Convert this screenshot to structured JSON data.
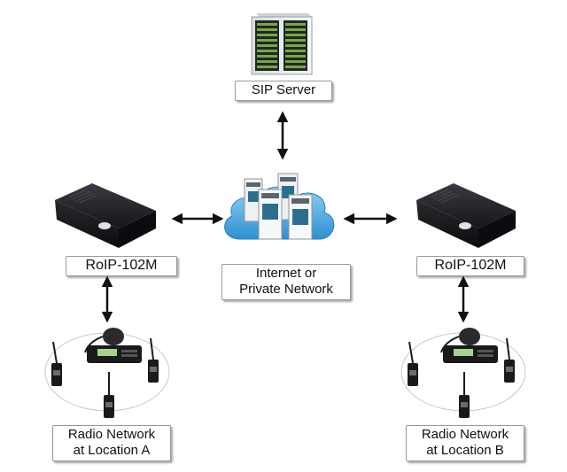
{
  "nodes": {
    "sip_server": {
      "label": "SIP Server"
    },
    "network": {
      "label_line1": "Internet or",
      "label_line2": "Private Network"
    },
    "roip_left": {
      "label": "RoIP-102M"
    },
    "roip_right": {
      "label": "RoIP-102M"
    },
    "radio_a": {
      "label_line1": "Radio Network",
      "label_line2": "at Location A"
    },
    "radio_b": {
      "label_line1": "Radio Network",
      "label_line2": "at Location B"
    }
  },
  "connections": [
    {
      "from": "sip_server",
      "to": "network",
      "type": "bidirectional"
    },
    {
      "from": "roip_left",
      "to": "network",
      "type": "bidirectional"
    },
    {
      "from": "network",
      "to": "roip_right",
      "type": "bidirectional"
    },
    {
      "from": "roip_left",
      "to": "radio_a",
      "type": "bidirectional"
    },
    {
      "from": "roip_right",
      "to": "radio_b",
      "type": "bidirectional"
    }
  ],
  "colors": {
    "cloud": "#4fb3e8",
    "device_body": "#1c1c1f",
    "arrow": "#111111",
    "label_border": "#9a9a9a"
  },
  "icons": [
    "server-rack-icon",
    "cloud-servers-icon",
    "roip-gateway-icon",
    "mobile-radio-icon",
    "handheld-radio-icon"
  ]
}
